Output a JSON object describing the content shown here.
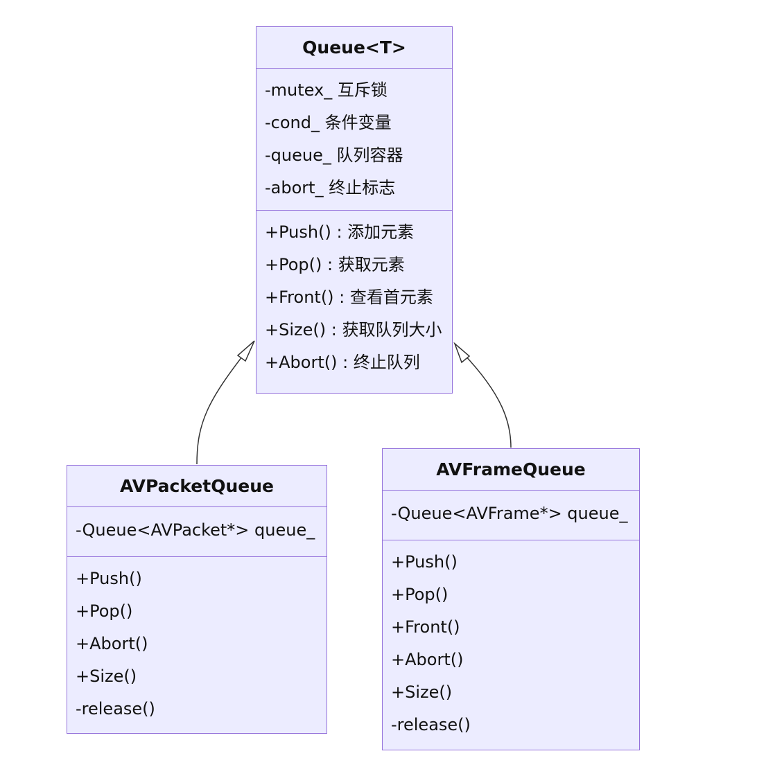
{
  "classes": {
    "queue": {
      "name": "Queue<T>",
      "attributes": [
        "-mutex_ 互斥锁",
        "-cond_ 条件变量",
        "-queue_ 队列容器",
        "-abort_ 终止标志"
      ],
      "methods": [
        "+Push() : 添加元素",
        "+Pop() : 获取元素",
        "+Front() : 查看首元素",
        "+Size() : 获取队列大小",
        "+Abort() : 终止队列"
      ]
    },
    "avpacket": {
      "name": "AVPacketQueue",
      "attributes": [
        "-Queue<AVPacket*> queue_"
      ],
      "methods": [
        "+Push()",
        "+Pop()",
        "+Abort()",
        "+Size()",
        "-release()"
      ]
    },
    "avframe": {
      "name": "AVFrameQueue",
      "attributes": [
        "-Queue<AVFrame*> queue_"
      ],
      "methods": [
        "+Push()",
        "+Pop()",
        "+Front()",
        "+Abort()",
        "+Size()",
        "-release()"
      ]
    }
  },
  "relations": [
    {
      "from": "avpacket",
      "to": "queue",
      "type": "inheritance"
    },
    {
      "from": "avframe",
      "to": "queue",
      "type": "inheritance"
    }
  ],
  "colors": {
    "box_fill": "#ececff",
    "box_border": "#9370db",
    "edge": "#333333",
    "text": "#111111"
  }
}
